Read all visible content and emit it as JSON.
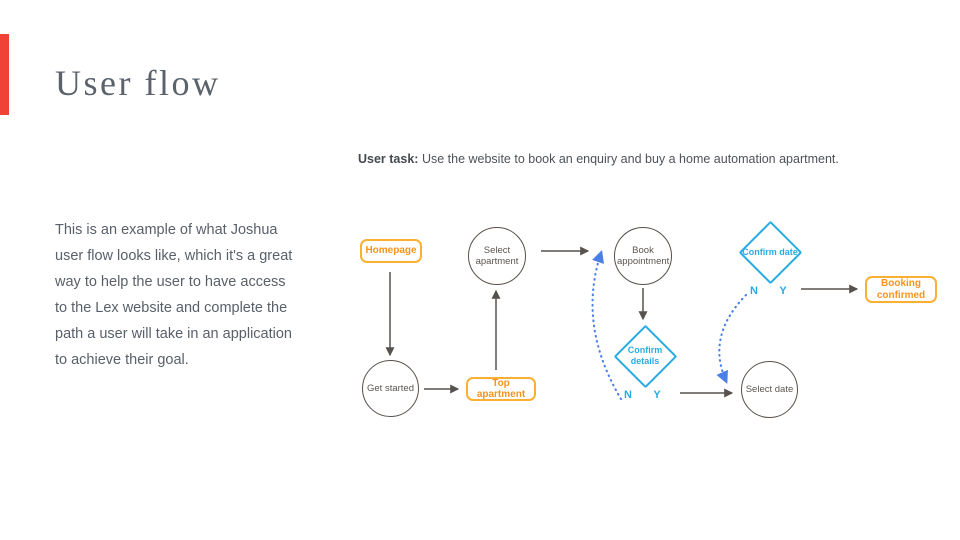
{
  "slide": {
    "title": "User flow",
    "accent_color": "#ee4336"
  },
  "intro": {
    "lines": [
      "This is an example of what Joshua",
      "user flow looks like, which it's a great",
      "way to help the user to have access",
      "to the Lex website and complete the",
      "path a user will take in an application",
      "to achieve their goal."
    ]
  },
  "user_task": {
    "label": "User task:",
    "text": "Use the website to book an enquiry and buy a home automation apartment."
  },
  "flow": {
    "nodes": {
      "homepage": "Homepage",
      "get_started": "Get started",
      "top_apartment": "Top apartment",
      "select_apartment": "Select apartment",
      "book_appointment": "Book appointment",
      "confirm_details": "Confirm details",
      "select_date": "Select date",
      "confirm_date": "Confirm date",
      "booking_confirmed": "Booking confirmed"
    },
    "decisions": {
      "confirm_details": {
        "no": "N",
        "yes": "Y"
      },
      "confirm_date": {
        "no": "N",
        "yes": "Y"
      }
    },
    "colors": {
      "screen_border": "#fbb034",
      "screen_text": "#f7941d",
      "decision_blue": "#29abe2",
      "loop_arrow_blue": "#4a7fe8",
      "solid_arrow_gray": "#57524e",
      "circle_border": "#57504b"
    }
  }
}
